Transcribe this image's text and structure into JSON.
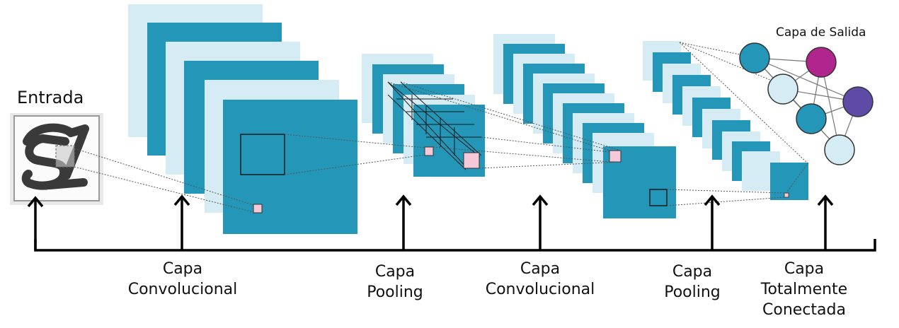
{
  "input": {
    "title": "Entrada"
  },
  "output": {
    "title": "Capa de Salida"
  },
  "stages": [
    {
      "lines": [
        "Capa",
        "Convolucional"
      ]
    },
    {
      "lines": [
        "Capa",
        "Pooling"
      ]
    },
    {
      "lines": [
        "Capa",
        "Convolucional"
      ]
    },
    {
      "lines": [
        "Capa",
        "Pooling"
      ]
    },
    {
      "lines": [
        "Capa",
        "Totalmente",
        "Conectada"
      ]
    }
  ],
  "colors": {
    "map_dark": "#2496b8",
    "map_light": "#d6ecf4",
    "patch": "#f6c9d8",
    "output_magenta": "#b0258e",
    "output_purple": "#5f4ba6",
    "line": "#000000"
  }
}
